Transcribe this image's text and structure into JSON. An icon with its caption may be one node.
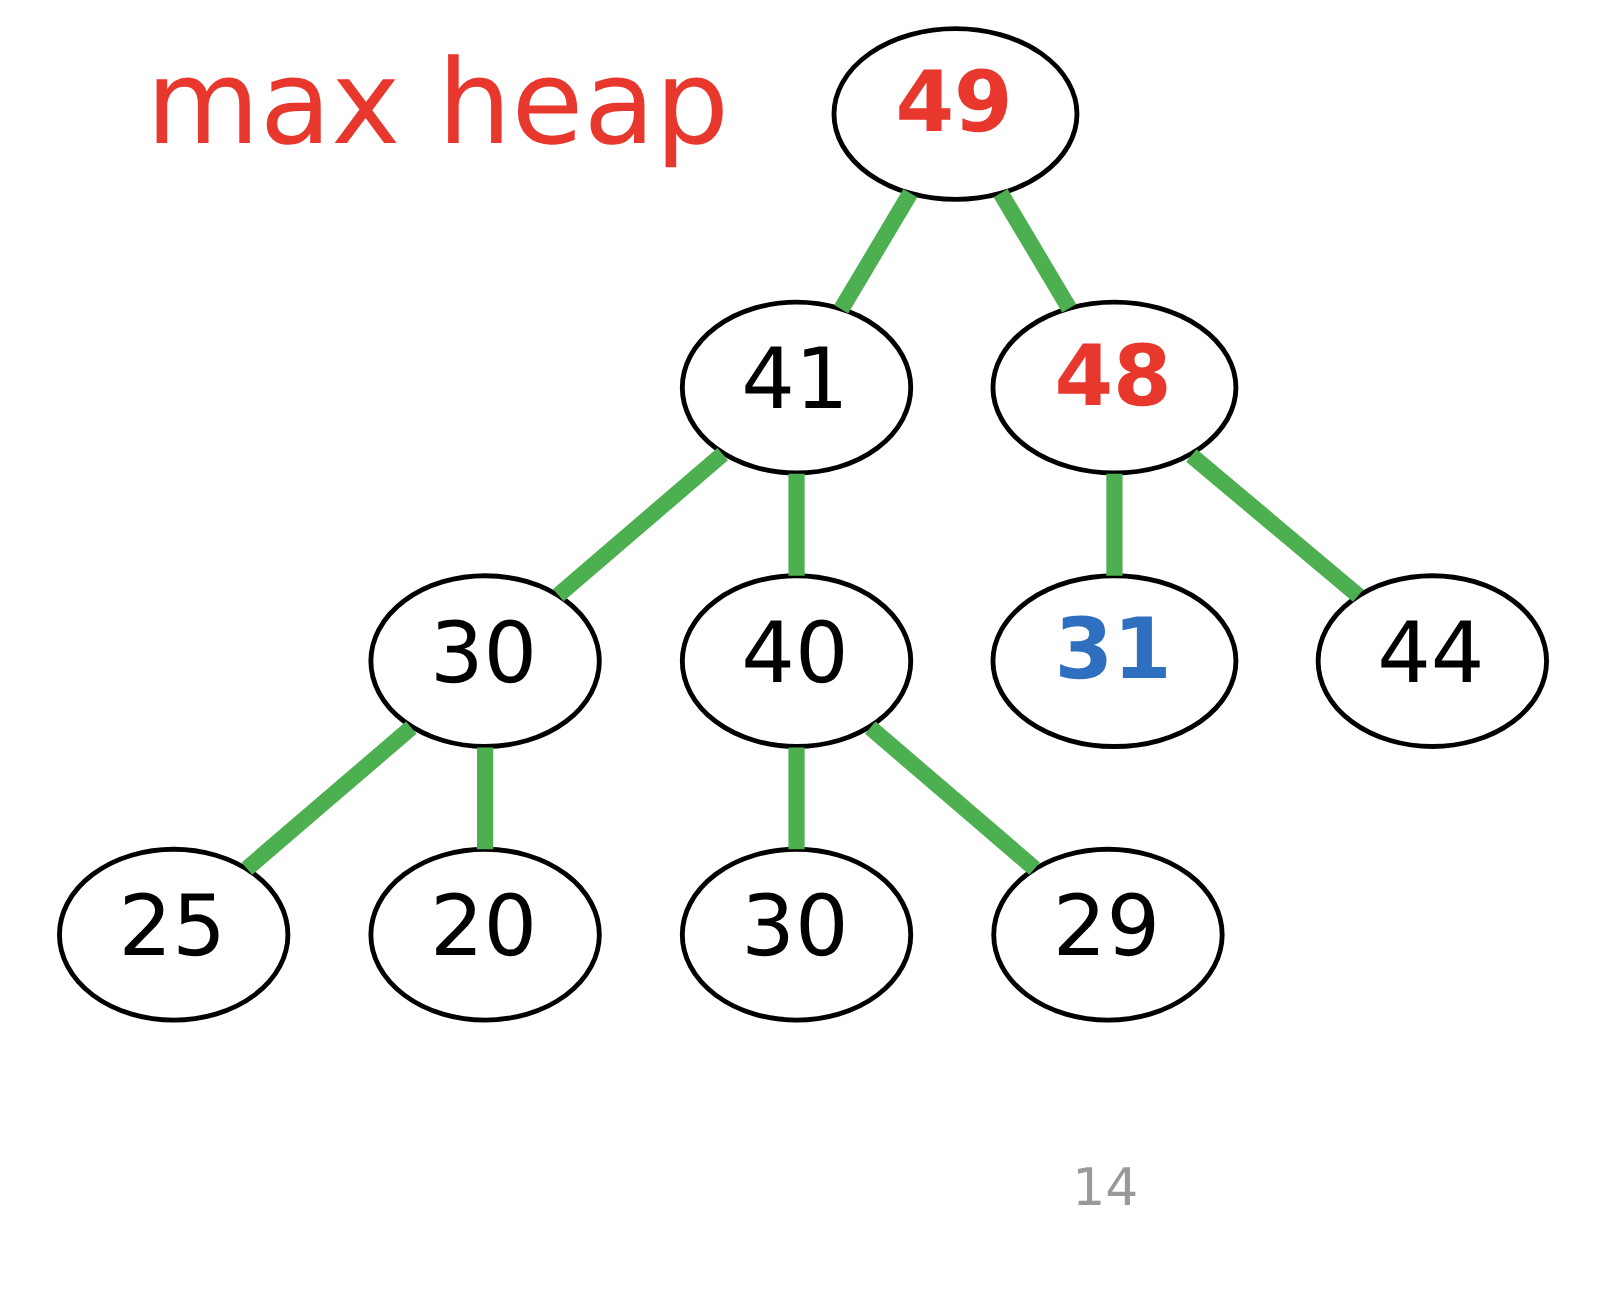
{
  "diagram": {
    "nodes": [
      {
        "text": [
          "49"
        ]
      },
      {
        "text": [
          "41"
        ]
      },
      {
        "text": [
          "48"
        ]
      },
      {
        "text": [
          "30"
        ]
      },
      {
        "text": [
          "40"
        ]
      },
      {
        "text": [
          "31"
        ]
      },
      {
        "text": [
          "44"
        ]
      },
      {
        "text": [
          "25"
        ]
      },
      {
        "text": [
          "20"
        ]
      },
      {
        "text": [
          "30"
        ]
      },
      {
        "text": [
          "29"
        ]
      }
    ],
    "edges": [
      {
        "from": 0,
        "to": 1,
        "arrow": "none"
      },
      {
        "from": 0,
        "to": 2,
        "arrow": "none"
      },
      {
        "from": 1,
        "to": 3,
        "arrow": "none"
      },
      {
        "from": 1,
        "to": 4,
        "arrow": "none"
      },
      {
        "from": 2,
        "to": 5,
        "arrow": "none"
      },
      {
        "from": 2,
        "to": 6,
        "arrow": "none"
      },
      {
        "from": 3,
        "to": 7,
        "arrow": "none"
      },
      {
        "from": 3,
        "to": 8,
        "arrow": "none"
      },
      {
        "from": 4,
        "to": 9,
        "arrow": "none"
      },
      {
        "from": 4,
        "to": 10,
        "arrow": "none"
      }
    ],
    "labels": [
      "max heap",
      "14"
    ]
  }
}
